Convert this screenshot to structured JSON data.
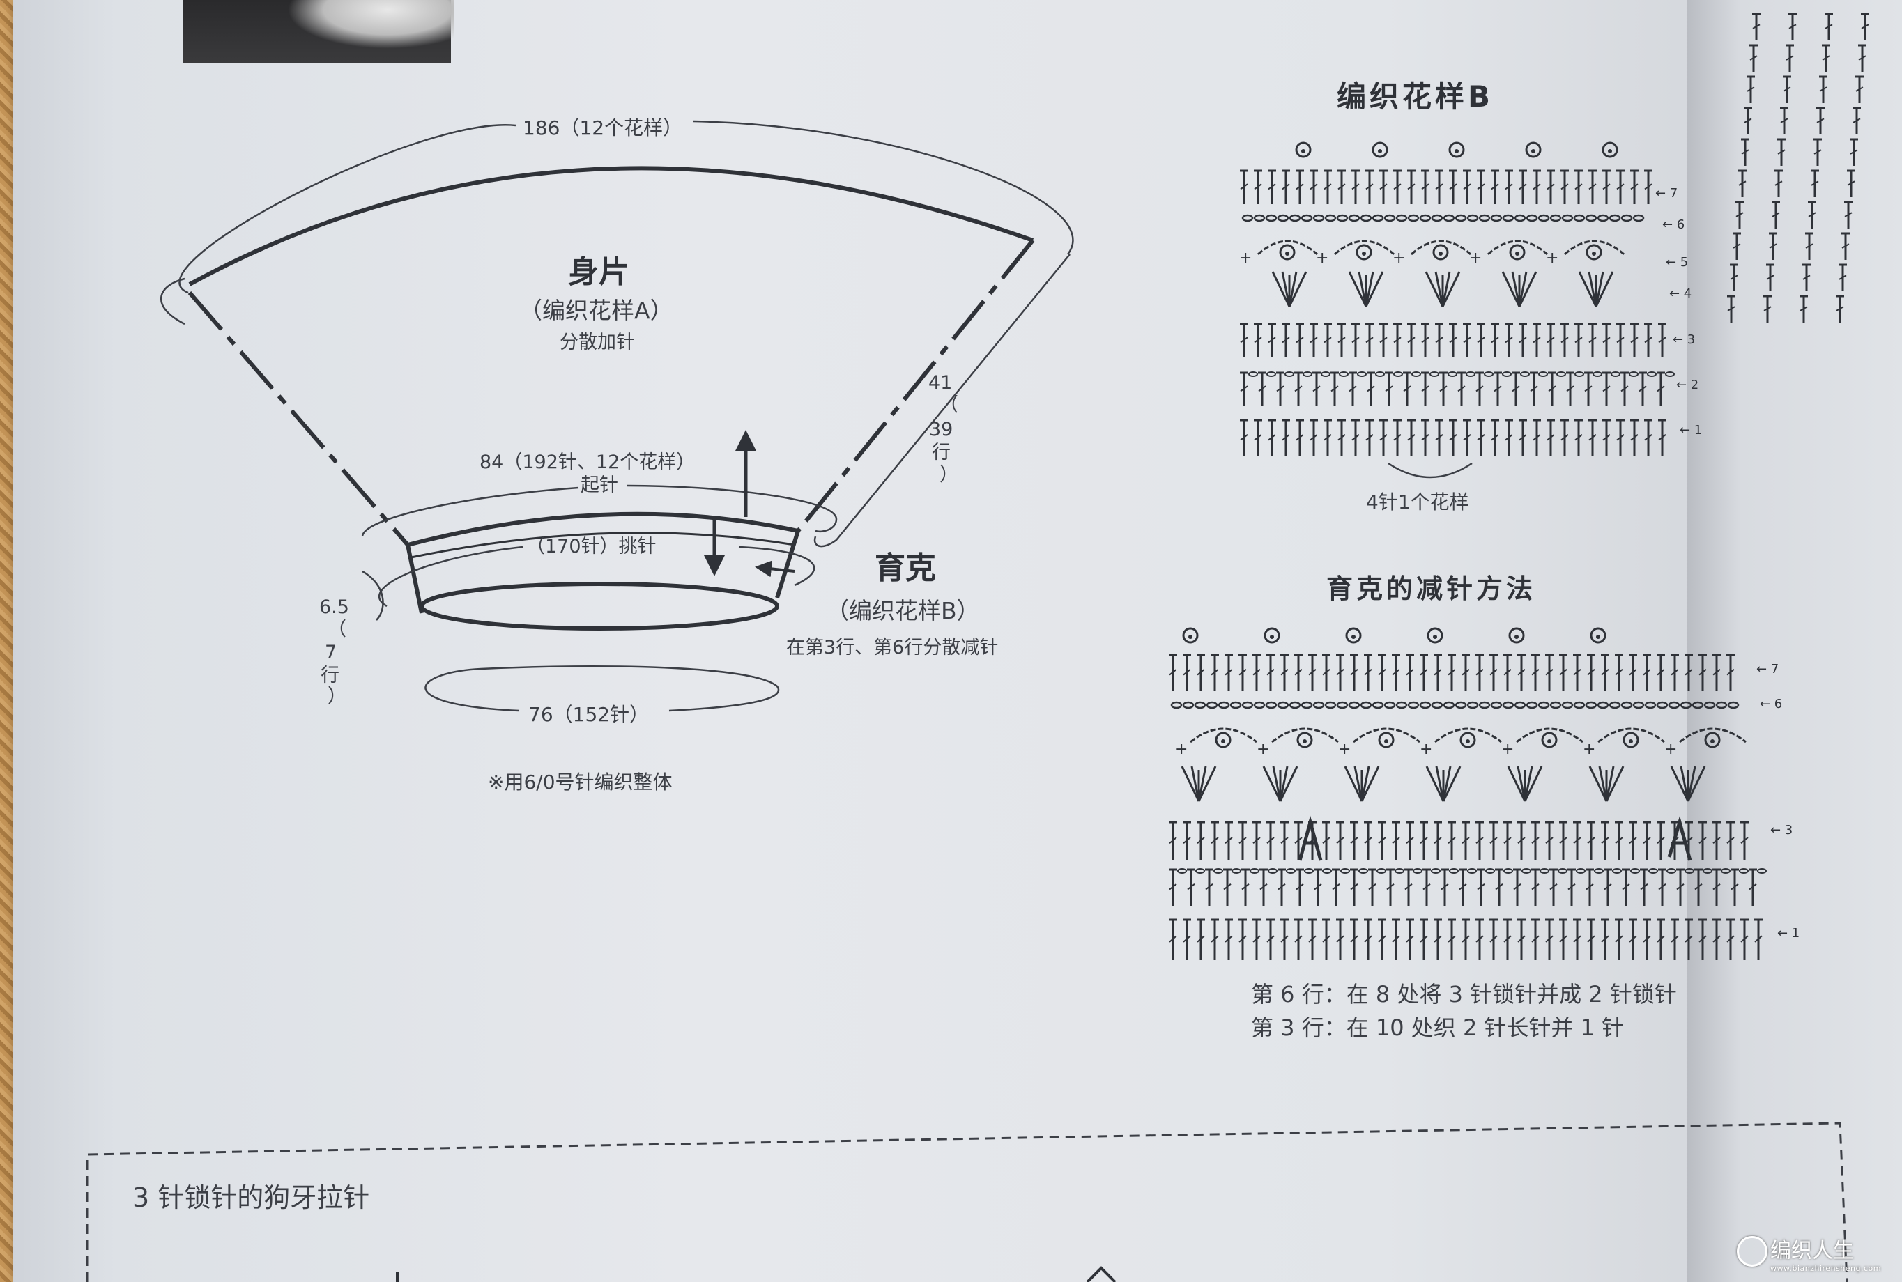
{
  "schematic": {
    "top_width": "186（12个花样）",
    "body_title": "身片",
    "body_pattern": "（编织花样A）",
    "body_note": "分散加针",
    "side_height": "41",
    "side_rows_open": "（",
    "side_rows_value": "39",
    "side_rows_unit": "行",
    "side_rows_close": "）",
    "cast_on_width": "84（192针、12个花样）",
    "cast_on_label": "起针",
    "pickup": "（170针）挑针",
    "yoke_title": "育克",
    "yoke_pattern": "（编织花样B）",
    "yoke_note": "在第3行、第6行分散减针",
    "yoke_height": "6.5",
    "yoke_rows_open": "（",
    "yoke_rows_value": "7",
    "yoke_rows_unit": "行",
    "yoke_rows_close": "）",
    "bottom_width": "76（152针）",
    "needle_note": "※用6/0号针编织整体"
  },
  "pattern_b": {
    "title": "编织花样B",
    "row_labels": [
      "7",
      "6",
      "5",
      "4",
      "3",
      "2",
      "1"
    ],
    "repeat_label": "4针1个花样"
  },
  "decrease": {
    "title": "育克的减针方法",
    "row_labels": [
      "7",
      "6",
      "3",
      "1"
    ],
    "note_row6": "第 6 行：在 8 处将 3 针锁针并成 2 针锁针",
    "note_row3": "第 3 行：在 10 处织 2 针长针并 1 针"
  },
  "bottom_box": {
    "title": "3 针锁针的狗牙拉针"
  },
  "watermark": {
    "main": "编织人生",
    "sub": "www.bianzhirensheng.com"
  },
  "colors": {
    "ink": "#3c3f46",
    "paper": "#e4e6ea",
    "background": "#b98a50"
  }
}
